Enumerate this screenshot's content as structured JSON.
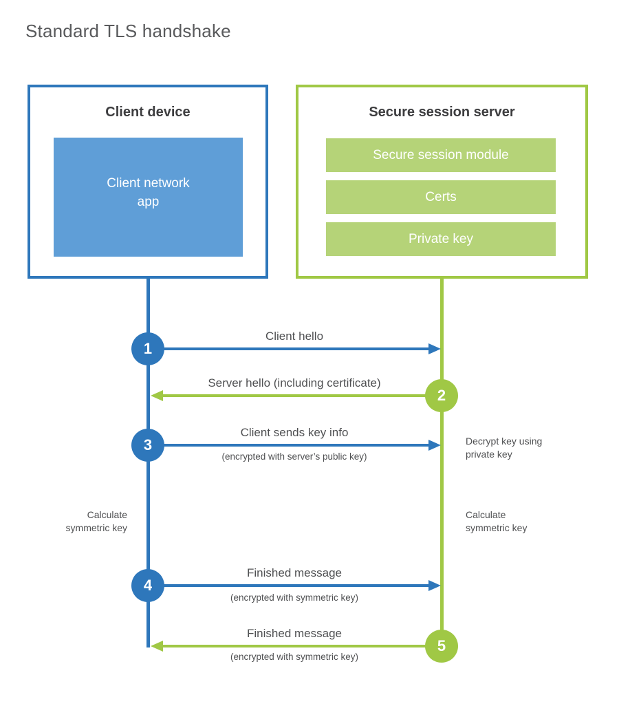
{
  "title": "Standard TLS handshake",
  "colors": {
    "blue": "#2e77bb",
    "blue_fill": "#5f9ed7",
    "green": "#a0c845",
    "green_fill": "#b5d378",
    "label_text": "#4f5052",
    "heading_text": "#3d3d3f"
  },
  "client": {
    "title": "Client device",
    "app_line1": "Client network",
    "app_line2": "app"
  },
  "server": {
    "title": "Secure session server",
    "modules": [
      "Secure session module",
      "Certs",
      "Private key"
    ]
  },
  "steps": [
    {
      "num": "1",
      "from": "client",
      "direction": "right",
      "label": "Client hello",
      "sublabel": ""
    },
    {
      "num": "2",
      "from": "server",
      "direction": "left",
      "label": "Server hello (including certificate)",
      "sublabel": ""
    },
    {
      "num": "3",
      "from": "client",
      "direction": "right",
      "label": "Client sends key info",
      "sublabel": "(encrypted with server’s public key)"
    },
    {
      "num": "4",
      "from": "client",
      "direction": "right",
      "label": "Finished message",
      "sublabel": "(encrypted with symmetric key)"
    },
    {
      "num": "5",
      "from": "server",
      "direction": "left",
      "label": "Finished message",
      "sublabel": "(encrypted with symmetric key)"
    }
  ],
  "notes": {
    "decrypt": {
      "line1": "Decrypt key using",
      "line2": "private key"
    },
    "calc_left": {
      "line1": "Calculate",
      "line2": "symmetric key"
    },
    "calc_right": {
      "line1": "Calculate",
      "line2": "symmetric key"
    }
  }
}
